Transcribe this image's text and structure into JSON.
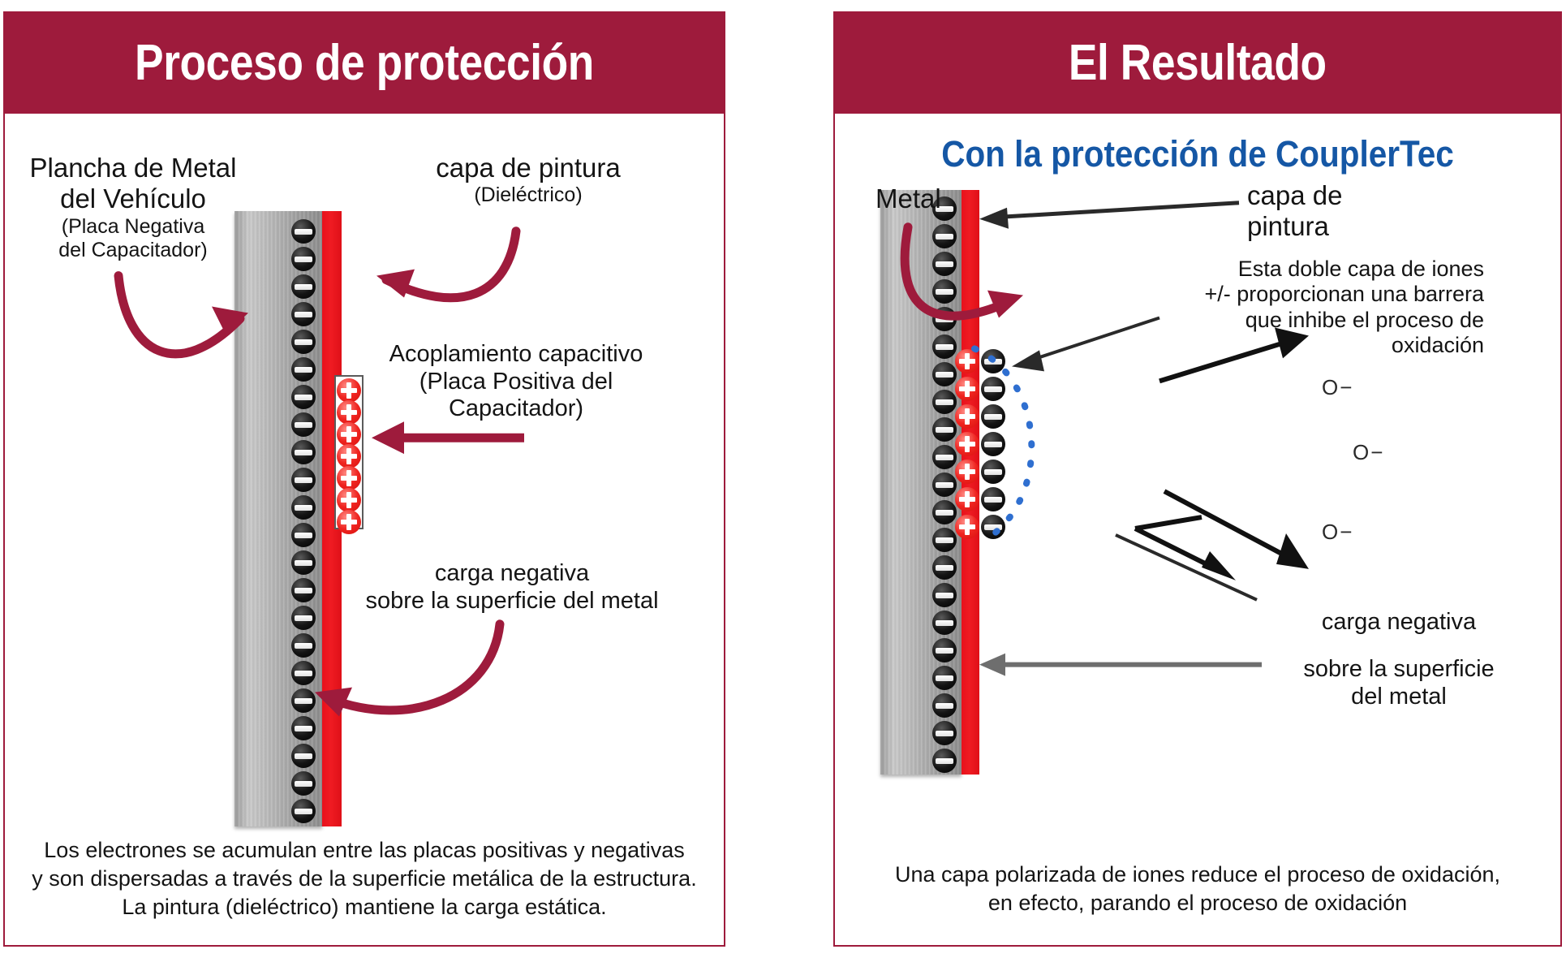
{
  "left_panel": {
    "header_title": "Proceso  de protección",
    "labels": {
      "metal_plate_line1": "Plancha de Metal",
      "metal_plate_line2": "del Vehículo",
      "metal_plate_line3": "(Placa Negativa",
      "metal_plate_line4": "del Capacitador)",
      "paint_layer_line1": "capa de pintura",
      "paint_layer_line2": "(Dieléctrico)",
      "coupling_line1": "Acoplamiento capacitivo",
      "coupling_line2": "(Placa Positiva del",
      "coupling_line3": "Capacitador)",
      "negative_charge_line1": "carga negativa",
      "negative_charge_line2": "sobre la superficie del metal"
    },
    "caption_line1": "Los electrones se acumulan entre las placas positivas y negativas",
    "caption_line2": "y son dispersadas a través de la superficie metálica de la estructura.",
    "caption_line3": "La pintura (dieléctrico) mantiene la carga estática."
  },
  "right_panel": {
    "header_title": "El Resultado",
    "subtitle": "Con la protección de CouplerTec",
    "labels": {
      "metal": "Metal",
      "paint_layer_line1": "capa de",
      "paint_layer_line2": "pintura",
      "barrier_line1": "Esta doble capa de iones",
      "barrier_line2": "+/- proporcionan una barrera",
      "barrier_line3": "que inhibe el proceso de",
      "barrier_line4": "oxidación",
      "negative_charge_line1": "carga negativa",
      "negative_charge_line2": "sobre la superficie",
      "negative_charge_line3": "del metal",
      "oxygen_ion_1": "O−",
      "oxygen_ion_2": "O−",
      "oxygen_ion_3": "O−"
    },
    "caption_line1": "Una capa polarizada de iones reduce el proceso de oxidación,",
    "caption_line2": "en efecto, parando el proceso de oxidación"
  },
  "colors": {
    "header_crimson": "#9e1b3c",
    "arrow_crimson": "#9e1b3c",
    "subtitle_blue": "#1557a5",
    "paint_red": "#e8111c",
    "barrier_blue": "#2f6fd0",
    "metal_gray": "#b4b4b4"
  }
}
